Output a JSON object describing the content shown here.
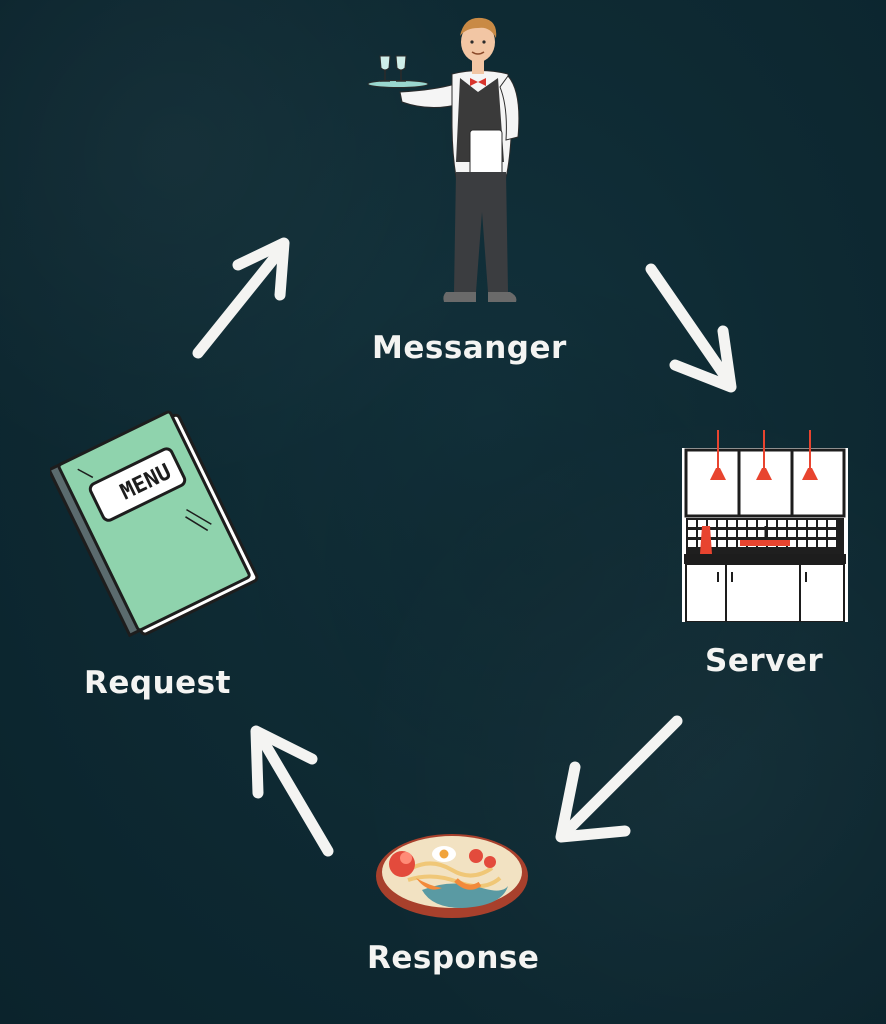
{
  "diagram": {
    "nodes": {
      "messenger": {
        "label": "Messanger",
        "icon": "waiter-icon"
      },
      "server": {
        "label": "Server",
        "icon": "kitchen-icon"
      },
      "response": {
        "label": "Response",
        "icon": "food-bowl-icon"
      },
      "request": {
        "label": "Request",
        "icon": "menu-book-icon",
        "menu_text": "MENU"
      }
    },
    "flow": [
      "request",
      "messenger",
      "server",
      "response",
      "request"
    ],
    "colors": {
      "background": "#0e2a33",
      "text": "#f4f4f2",
      "arrow": "#f4f4f2",
      "menu_cover": "#8fd3ad",
      "kitchen_accent": "#e8442f"
    }
  }
}
